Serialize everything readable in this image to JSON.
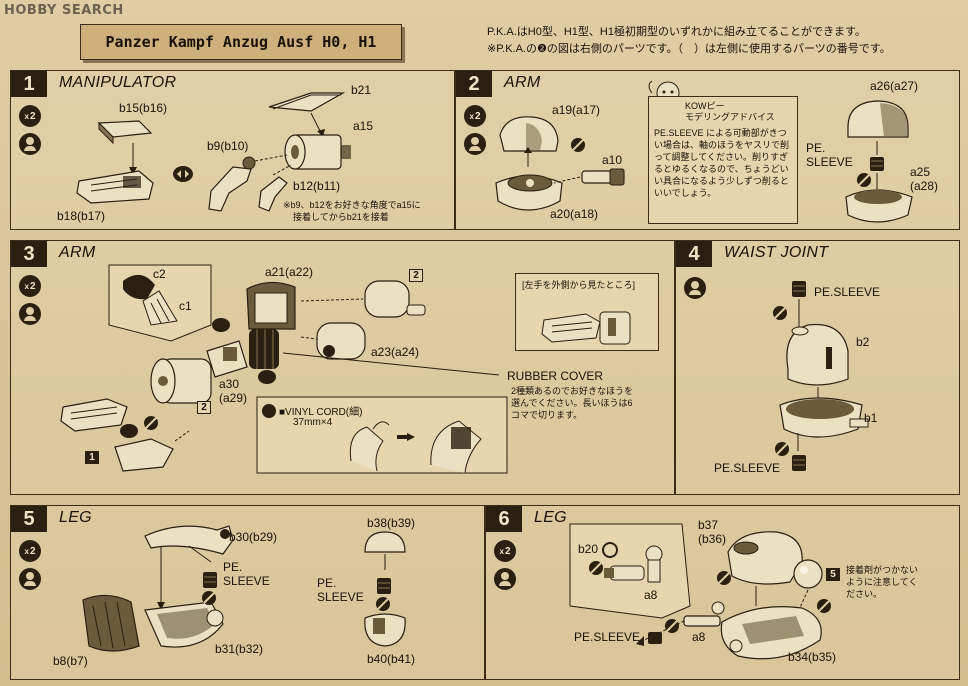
{
  "watermark": "HOBBY SEARCH",
  "title": "Panzer Kampf Anzug Ausf H0, H1",
  "intro": {
    "line1": "P.K.A.はH0型、H1型、H1極初期型のいずれかに組み立てることができます。",
    "line2": "※P.K.A.の❷の図は右側のパーツです。（　）は左側に使用するパーツの番号です。"
  },
  "steps": [
    {
      "number": "1",
      "title": "MANIPULATOR",
      "qty": "2",
      "labels": {
        "b15": "b15(b16)",
        "b21": "b21",
        "a15": "a15",
        "b9": "b9(b10)",
        "b12": "b12(b11)",
        "b18": "b18(b17)"
      },
      "note": {
        "line1": "※b9、b12をお好きな角度でa15に",
        "line2": "接着してからb21を接着"
      }
    },
    {
      "number": "2",
      "title": "ARM",
      "qty": "2",
      "labels": {
        "a19": "a19(a17)",
        "a10": "a10",
        "a20": "a20(a18)",
        "a26": "a26(a27)",
        "pe_sleeve": "PE.\nSLEEVE",
        "a25": "a25\n(a28)"
      },
      "advice": {
        "title": "KOWピー\nモデリングアドバイス",
        "body": "PE.SLEEVE による可動部がきつい場合は、軸のほうをヤスリで削って調整してください。削りすぎるとゆるくなるので、ちょうどいい具合になるよう少しずつ削るといいでしょう。"
      }
    },
    {
      "number": "3",
      "title": "ARM",
      "qty": "2",
      "labels": {
        "c2": "c2",
        "c1": "c1",
        "a21": "a21(a22)",
        "a23": "a23(a24)",
        "a30": "a30\n(a29)",
        "rubber_cover": "RUBBER COVER",
        "vinyl_cord": "■VINYL CORD(細)",
        "vinyl_size": "37mm×4"
      },
      "rubber_note": {
        "line1": "2種類あるのでお好きなほうを",
        "line2": "選んでください。長いほうは6",
        "line3": "コマで切ります。"
      },
      "inset_title": "[左手を外側から見たところ]",
      "marks": {
        "m1": "1",
        "m2": "2",
        "m2b": "2"
      }
    },
    {
      "number": "4",
      "title": "WAIST JOINT",
      "labels": {
        "pe_sleeve_top": "PE.SLEEVE",
        "b2": "b2",
        "b1": "b1",
        "pe_sleeve_bottom": "PE.SLEEVE"
      }
    },
    {
      "number": "5",
      "title": "LEG",
      "qty": "2",
      "labels": {
        "b30": "b30(b29)",
        "pe_sleeve": "PE.\nSLEEVE",
        "b8": "b8(b7)",
        "b31": "b31(b32)",
        "b38": "b38(b39)",
        "pe_sleeve2": "PE.\nSLEEVE",
        "b40": "b40(b41)"
      }
    },
    {
      "number": "6",
      "title": "LEG",
      "qty": "2",
      "labels": {
        "b37": "b37\n(b36)",
        "b20": "b20",
        "a8_top": "a8",
        "a8_bottom": "a8",
        "pe_sleeve": "PE.SLEEVE",
        "b34": "b34(b35)"
      },
      "note": {
        "mark": "5",
        "line1": "接着剤がつかない",
        "line2": "ように注意してく",
        "line3": "ださい。"
      }
    }
  ],
  "colors": {
    "paper": "#d8c49a",
    "ink": "#2a1f10",
    "part_fill": "#ece0c2",
    "part_shade": "#6b5a3c"
  }
}
